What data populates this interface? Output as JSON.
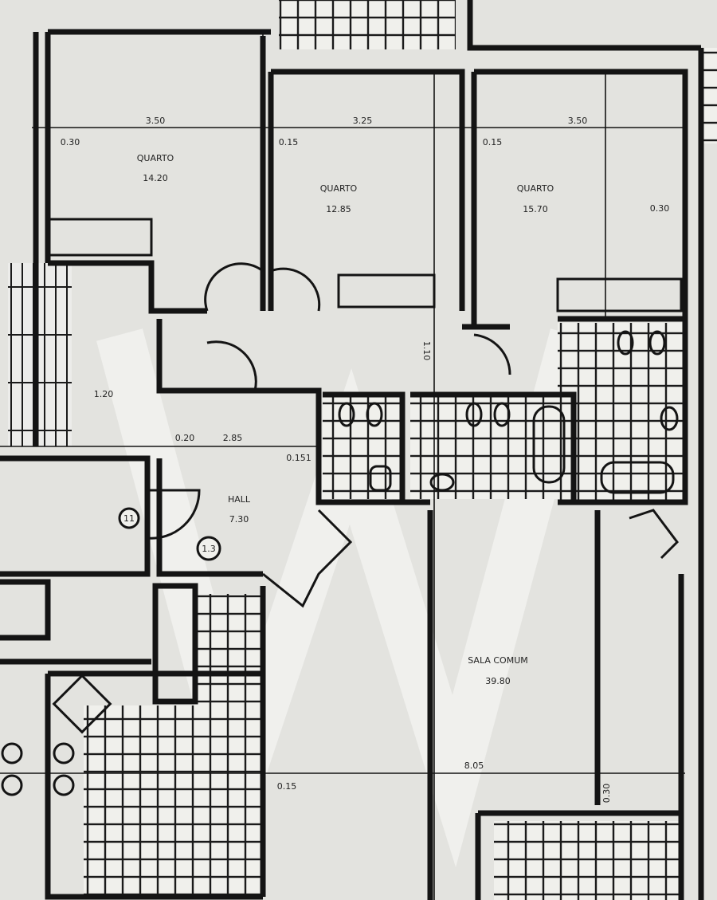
{
  "rooms": [
    {
      "name": "QUARTO",
      "area": "14.20"
    },
    {
      "name": "QUARTO",
      "area": "12.85"
    },
    {
      "name": "QUARTO",
      "area": "15.70"
    },
    {
      "name": "HALL",
      "area": "7.30"
    },
    {
      "name": "SALA COMUM",
      "area": "39.80"
    }
  ],
  "dimensions": {
    "d350a": "3.50",
    "d325": "3.25",
    "d350b": "3.50",
    "d030a": "0.30",
    "d015a": "0.15",
    "d015b": "0.15",
    "d030b": "0.30",
    "d020": "0.20",
    "d285": "2.85",
    "d151": "0.151",
    "d805": "8.05",
    "d015c": "0.15",
    "d030c": "0.30",
    "d110": "1.10",
    "d120": "1.20"
  },
  "markers": {
    "m11": "11",
    "m13": "1.3"
  }
}
